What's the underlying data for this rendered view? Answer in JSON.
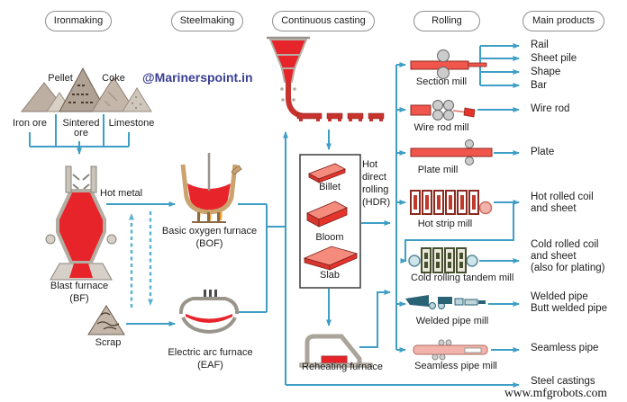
{
  "stages": {
    "ironmaking": "Ironmaking",
    "steelmaking": "Steelmaking",
    "continuous_casting": "Continuous casting",
    "rolling": "Rolling",
    "main_products": "Main products"
  },
  "watermark": "@Marinerspoint.in",
  "footer": "www.mfgrobots.com",
  "materials": {
    "pellet": "Pellet",
    "coke": "Coke",
    "iron_ore": "Iron ore",
    "sintered_line1": "Sintered",
    "sintered_line2": "ore",
    "limestone": "Limestone",
    "scrap": "Scrap"
  },
  "ironmaking": {
    "hot_metal": "Hot metal",
    "blast_furnace": "Blast furnace",
    "blast_furnace_abbr": "(BF)"
  },
  "steelmaking": {
    "bof": "Basic oxygen furnace",
    "bof_abbr": "(BOF)",
    "eaf": "Electric arc furnace",
    "eaf_abbr": "(EAF)"
  },
  "casting": {
    "billet": "Billet",
    "bloom": "Bloom",
    "slab": "Slab",
    "hdr_line1": "Hot",
    "hdr_line2": "direct",
    "hdr_line3": "rolling",
    "hdr_line4": "(HDR)",
    "reheating_furnace": "Reheating furnace"
  },
  "mills": {
    "section": "Section mill",
    "wire_rod": "Wire rod mill",
    "plate": "Plate mill",
    "hot_strip": "Hot strip mill",
    "cold_tandem": "Cold rolling tandem mill",
    "welded_pipe": "Welded pipe mill",
    "seamless_pipe": "Seamless pipe mill"
  },
  "products": {
    "rail": "Rail",
    "sheet_pile": "Sheet pile",
    "shape": "Shape",
    "bar": "Bar",
    "wire_rod": "Wire rod",
    "plate": "Plate",
    "hot_rolled_1": "Hot rolled coil",
    "hot_rolled_2": "and sheet",
    "cold_rolled_1": "Cold rolled coil",
    "cold_rolled_2": "and sheet",
    "cold_rolled_3": "(also for plating)",
    "welded_pipe_1": "Welded pipe",
    "welded_pipe_2": "Butt welded pipe",
    "seamless_pipe": "Seamless pipe",
    "steel_castings": "Steel castings"
  },
  "icons": {
    "blast-furnace-icon": "blast furnace vessel",
    "bof-icon": "basic oxygen furnace vessel",
    "eaf-icon": "electric arc furnace vessel",
    "caster-icon": "continuous casting machine",
    "reheating-furnace-icon": "reheating furnace hood",
    "ore-piles-icon": "raw material piles",
    "mill-icons": "rolling mill stands"
  },
  "colors": {
    "line": "#3f9ec5",
    "dashed_line": "#5bb3d4",
    "red": "#e8242b",
    "watermark": "#3b3f92"
  }
}
